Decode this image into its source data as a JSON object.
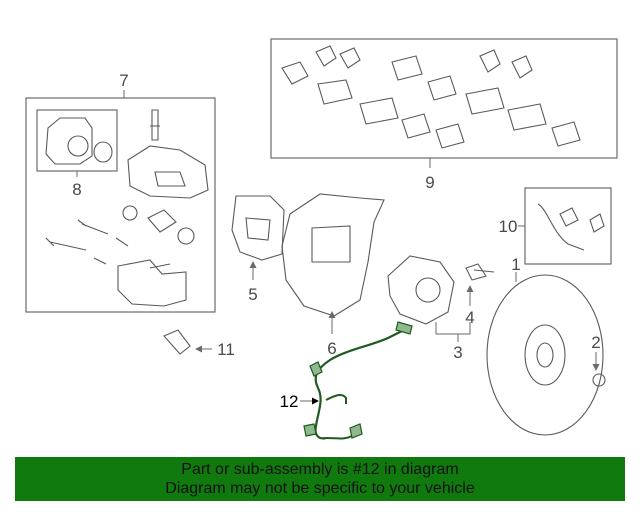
{
  "callouts": {
    "c1": "1",
    "c2": "2",
    "c3": "3",
    "c4": "4",
    "c5": "5",
    "c6": "6",
    "c7": "7",
    "c8": "8",
    "c9": "9",
    "c10": "10",
    "c11": "11",
    "c12": "12"
  },
  "highlighted_part": "12",
  "colors": {
    "banner": "#107a0e",
    "highlight_part": "#1f5a1f",
    "line": "#5a5a5a"
  },
  "banner": {
    "line1": "Part or sub-assembly is #12 in diagram",
    "line2": "Diagram may not be specific to your vehicle"
  }
}
